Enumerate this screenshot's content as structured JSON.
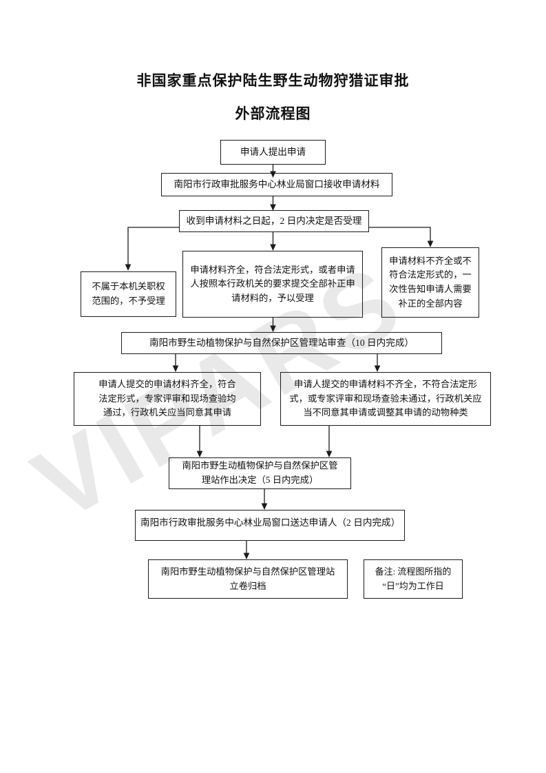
{
  "document": {
    "title_line_1": "非国家重点保护陆生野生动物狩猎证审批",
    "title_line_2": "外部流程图",
    "watermark_text": "VIPARS"
  },
  "colors": {
    "page_background": "#ffffff",
    "box_border": "#1a1a1a",
    "connector": "#1a1a1a",
    "text": "#111111",
    "watermark": "#e9e9e9"
  },
  "flowchart": {
    "type": "flowchart",
    "orientation": "top-to-bottom",
    "nodes": [
      {
        "id": "apply",
        "label": "申请人提出申请"
      },
      {
        "id": "receive",
        "label": "南阳市行政审批服务中心林业局窗口接收申请材料"
      },
      {
        "id": "decide-accept",
        "label": "收到申请材料之日起，2 日内决定是否受理"
      },
      {
        "id": "not-jurisdiction",
        "label": "不属于本机关职权\n范围的，不予受理"
      },
      {
        "id": "accept-complete",
        "label": "申请材料齐全，符合法定形式，或者申请\n人按照本行政机关的要求提交全部补正申\n请材料的，予以受理"
      },
      {
        "id": "incomplete-notice",
        "label": "申请材料不齐全或不\n符合法定形式的，一\n次性告知申请人需要\n补正的全部内容"
      },
      {
        "id": "station-review",
        "label": "南阳市野生动植物保护与自然保护区管理站审查（10 日内完成）"
      },
      {
        "id": "approve-branch",
        "label": "申请人提交的申请材料齐全，符合\n法定形式，专家评审和现场查验均\n通过，行政机关应当同意其申请"
      },
      {
        "id": "reject-branch",
        "label": "申请人提交的申请材料不齐全，不符合法定形\n式，或专家评审和现场查验未通过，行政机关应\n当不同意其申请或调整其申请的动物种类"
      },
      {
        "id": "station-decision",
        "label": "南阳市野生动植物保护与自然保护区管\n理站作出决定（5 日内完成）"
      },
      {
        "id": "deliver",
        "label": "南阳市行政审批服务中心林业局窗口送达申请人（2 日内完成）"
      },
      {
        "id": "archive",
        "label": "南阳市野生动植物保护与自然保护区管理站\n立卷归档"
      },
      {
        "id": "note",
        "label": "备注: 流程图所指的\n“日”均为工作日"
      }
    ],
    "edges": [
      {
        "from": "apply",
        "to": "receive"
      },
      {
        "from": "receive",
        "to": "decide-accept"
      },
      {
        "from": "decide-accept",
        "to": "not-jurisdiction"
      },
      {
        "from": "decide-accept",
        "to": "accept-complete"
      },
      {
        "from": "decide-accept",
        "to": "incomplete-notice"
      },
      {
        "from": "accept-complete",
        "to": "station-review"
      },
      {
        "from": "station-review",
        "to": "approve-branch"
      },
      {
        "from": "station-review",
        "to": "reject-branch"
      },
      {
        "from": "approve-branch",
        "to": "station-decision"
      },
      {
        "from": "reject-branch",
        "to": "station-decision"
      },
      {
        "from": "station-decision",
        "to": "deliver"
      },
      {
        "from": "deliver",
        "to": "archive"
      }
    ]
  }
}
